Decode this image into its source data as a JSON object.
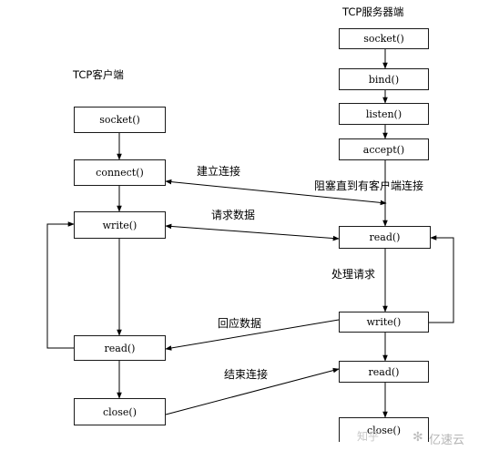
{
  "titles": {
    "client": "TCP客户端",
    "server": "TCP服务器端"
  },
  "client_steps": {
    "socket": "socket()",
    "connect": "connect()",
    "write": "write()",
    "read": "read()",
    "close": "close()"
  },
  "server_steps": {
    "socket": "socket()",
    "bind": "bind()",
    "listen": "listen()",
    "accept": "accept()",
    "read1": "read()",
    "write": "write()",
    "read2": "read()",
    "close": "close()"
  },
  "edge_labels": {
    "connect": "建立连接",
    "block": "阻塞直到有客户端连接",
    "request": "请求数据",
    "process": "处理请求",
    "response": "回应数据",
    "end": "结束连接"
  },
  "watermarks": {
    "left": "知乎",
    "right": "亿速云"
  }
}
